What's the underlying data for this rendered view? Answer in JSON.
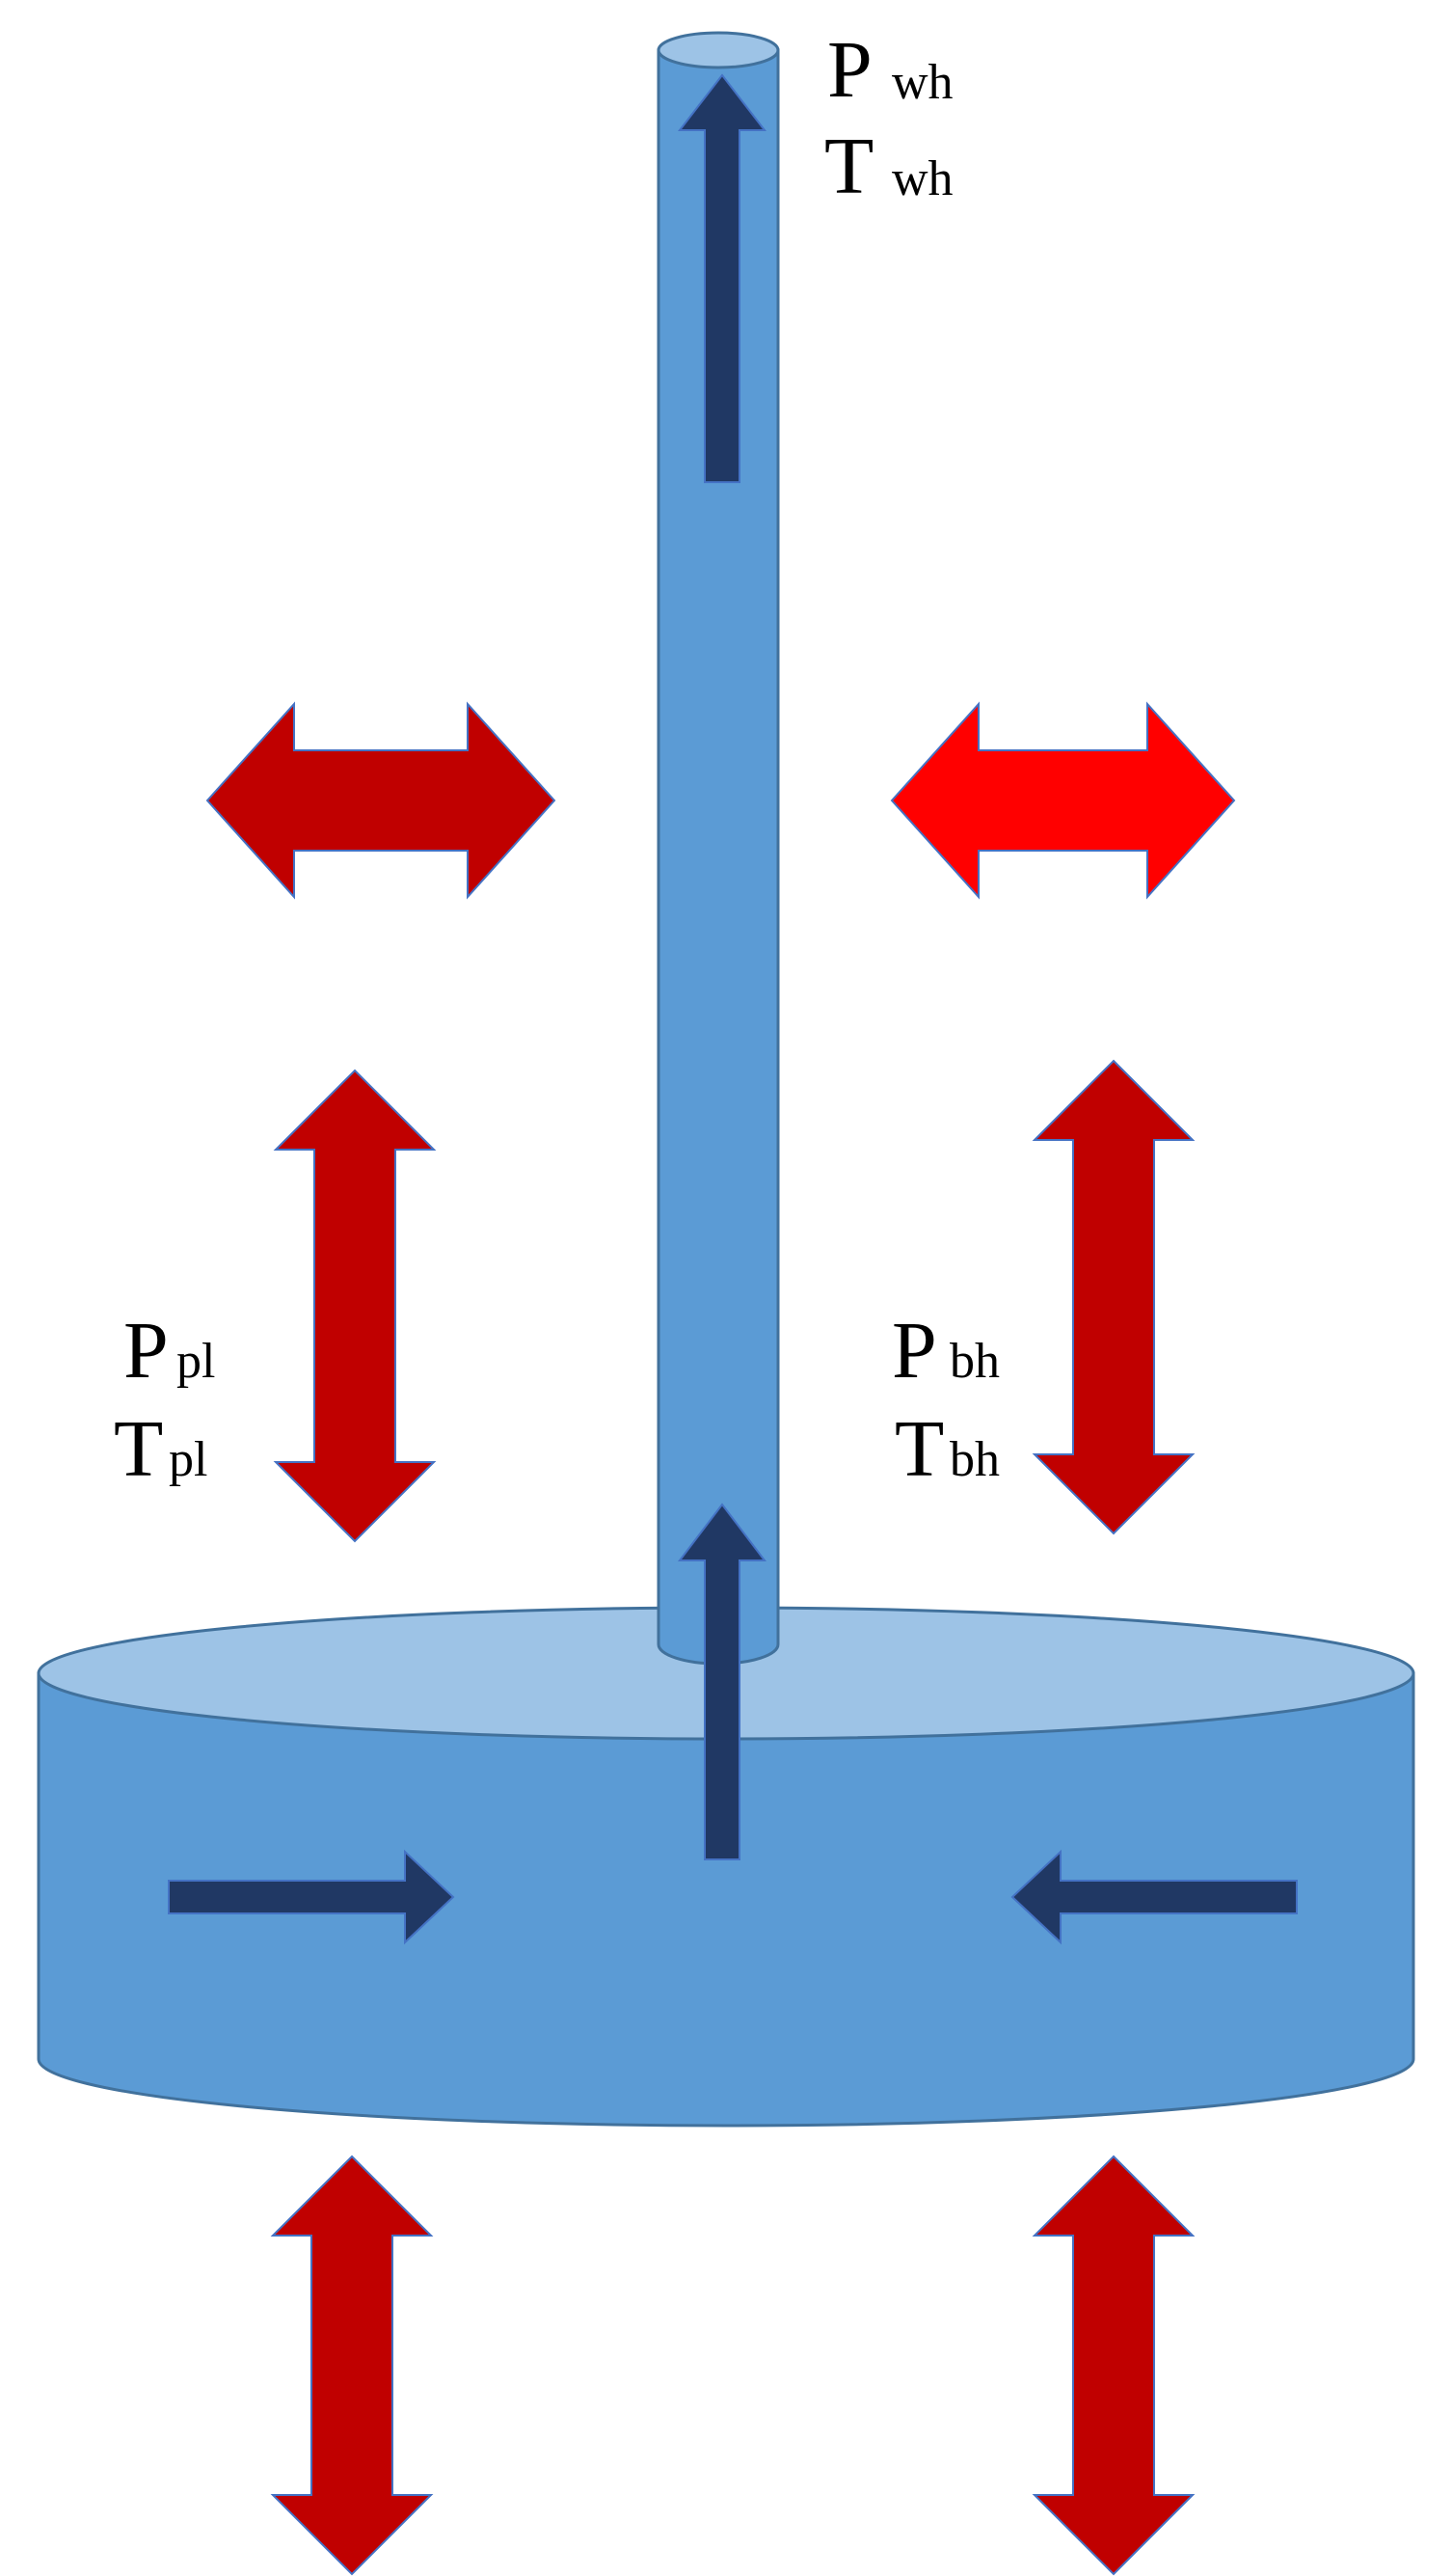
{
  "labels": {
    "wellhead": {
      "p_main": "P",
      "p_sub": "wh",
      "t_main": "T",
      "t_sub": "wh"
    },
    "pipeline": {
      "p_main": "P",
      "p_sub": "pl",
      "t_main": "T",
      "t_sub": "pl"
    },
    "bottomhole": {
      "p_main": "P",
      "p_sub": "bh",
      "t_main": "T",
      "t_sub": "bh"
    }
  },
  "colors": {
    "body_fill": "#5b9bd5",
    "top_fill": "#9dc3e6",
    "outline": "#41719c",
    "flow_arrow": "#203864",
    "exchange_arrow_dark": "#c00000",
    "exchange_arrow_bright": "#ff0000",
    "arrow_outline": "#4472c4"
  }
}
